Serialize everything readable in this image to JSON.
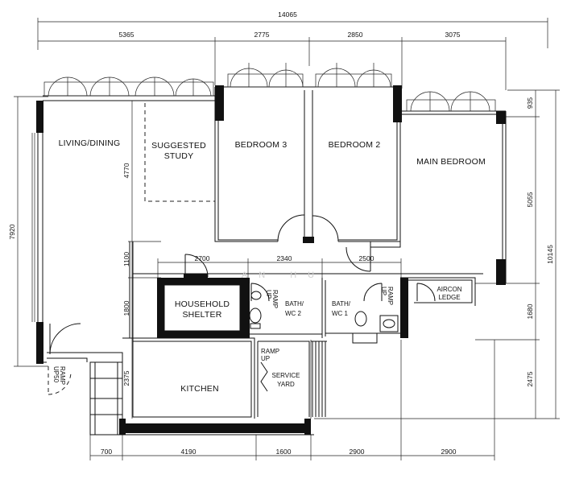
{
  "rooms": {
    "living_dining": "LIVING/DINING",
    "suggested_study": [
      "SUGGESTED",
      "STUDY"
    ],
    "bedroom3": "BEDROOM 3",
    "bedroom2": "BEDROOM 2",
    "main_bedroom": "MAIN BEDROOM",
    "household_shelter": [
      "HOUSEHOLD",
      "SHELTER"
    ],
    "bath_wc2": [
      "BATH/",
      "WC 2"
    ],
    "bath_wc1": [
      "BATH/",
      "WC 1"
    ],
    "aircon_ledge": [
      "AIRCON",
      "LEDGE"
    ],
    "kitchen": "KITCHEN",
    "service_yard": [
      "SERVICE",
      "YARD"
    ]
  },
  "ramps": {
    "ramp_up_1": [
      "RAMP",
      "UP"
    ],
    "ramp_up_2": [
      "RAMP",
      "UP"
    ],
    "ramp_up_kitchen": [
      "RAMP",
      "UP"
    ],
    "ramp_up50": [
      "RAMP",
      "UP50"
    ]
  },
  "dimensions": {
    "top_total": "14065",
    "top": [
      "5365",
      "2775",
      "2850",
      "3075"
    ],
    "mid": [
      "2700",
      "2340",
      "2500"
    ],
    "bottom": [
      "700",
      "4190",
      "1600",
      "2900",
      "2900"
    ],
    "left_total": "7920",
    "left_inner": [
      "4770",
      "1100",
      "1800",
      "2375"
    ],
    "right_total": "10145",
    "right": [
      "935",
      "5055",
      "1680",
      "2475"
    ]
  },
  "watermark": "AN HU"
}
